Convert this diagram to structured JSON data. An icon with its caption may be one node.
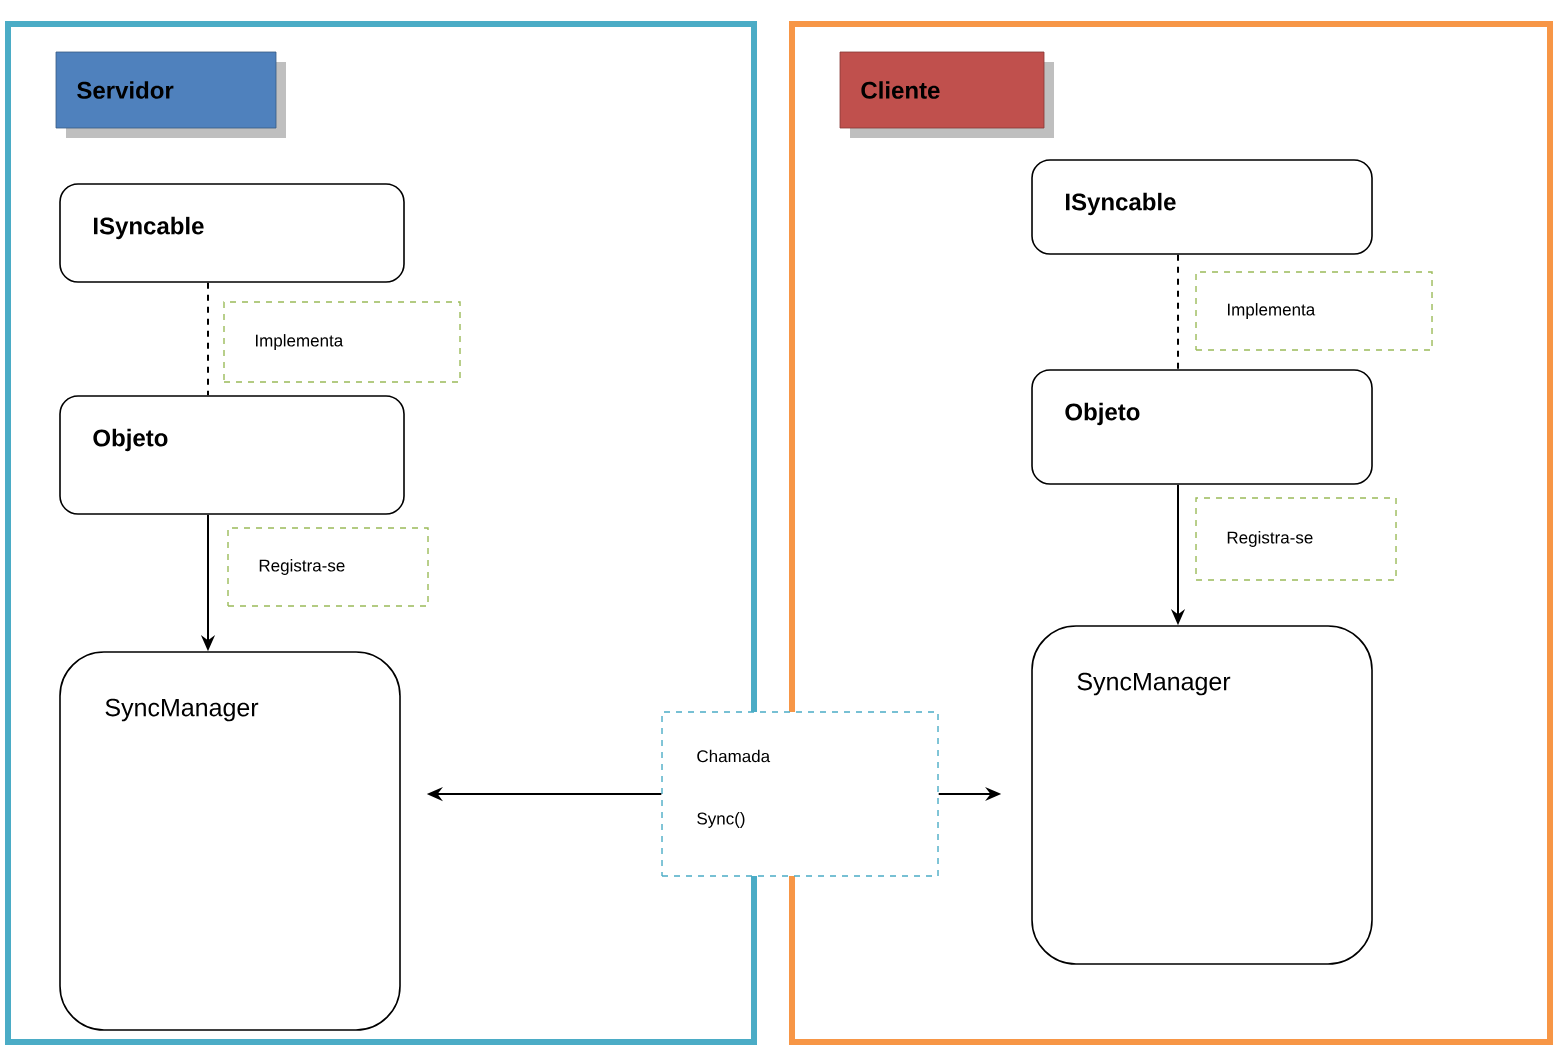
{
  "diagram": {
    "nodes": [
      {
        "text": [],
        "shape": "box"
      },
      {
        "text": [
          "Servidor"
        ],
        "in": 0
      },
      {
        "text": [
          "ISyncable"
        ],
        "in": 0
      },
      {
        "text": [
          "Implementa"
        ],
        "in": 0
      },
      {
        "text": [
          "Objeto"
        ],
        "in": 0
      },
      {
        "text": [
          "Registra-se"
        ],
        "in": 0
      },
      {
        "text": [
          "SyncManager"
        ],
        "in": 0
      },
      {
        "text": [],
        "shape": "box"
      },
      {
        "text": [
          "Cliente"
        ],
        "in": 7
      },
      {
        "text": [
          "ISyncable"
        ],
        "in": 7
      },
      {
        "text": [
          "Implementa"
        ],
        "in": 7
      },
      {
        "text": [
          "Objeto"
        ],
        "in": 7
      },
      {
        "text": [
          "Registra-se"
        ],
        "in": 7
      },
      {
        "text": [
          "SyncManager"
        ],
        "in": 7
      },
      {
        "text": [
          "Chamada",
          "Sync()"
        ]
      }
    ],
    "edges": [
      {
        "from": 2,
        "to": 4,
        "arrow": "none",
        "style": "dashed"
      },
      {
        "from": 4,
        "to": 6,
        "arrow": "to"
      },
      {
        "from": 9,
        "to": 11,
        "arrow": "none",
        "style": "dashed"
      },
      {
        "from": 11,
        "to": 13,
        "arrow": "to"
      },
      {
        "from": 14,
        "to": 6,
        "arrow": "to"
      },
      {
        "from": 14,
        "to": 13,
        "arrow": "to"
      }
    ]
  }
}
